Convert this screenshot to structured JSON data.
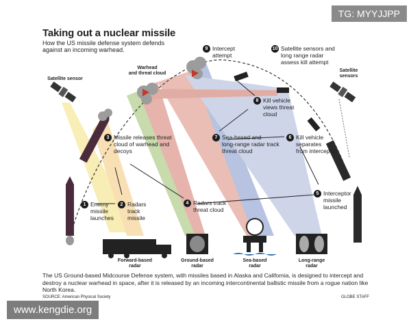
{
  "title": "Taking out a nuclear missile",
  "subtitle": "How the US missile defense system defends against an incoming warhead.",
  "sensors": {
    "left": "Satellite sensor",
    "right": "Satellite\nsensors",
    "cloud": "Warhead\nand threat cloud"
  },
  "steps": [
    {
      "n": "1",
      "text": "Enemy\nmissile\nlaunches"
    },
    {
      "n": "2",
      "text": "Radars\ntrack\nmissile"
    },
    {
      "n": "3",
      "text": "Missile releases threat\ncloud of warhead and\ndecoys"
    },
    {
      "n": "4",
      "text": "Radars track\nthreat cloud"
    },
    {
      "n": "5",
      "text": "Interceptor\nmissile\nlaunched"
    },
    {
      "n": "6",
      "text": "Kill vehicle\nseparates\nfrom interceptor"
    },
    {
      "n": "7",
      "text": "Sea-based and\nlong-range radar track\nthreat cloud"
    },
    {
      "n": "8",
      "text": "Kill vehicle\nviews threat\ncloud"
    },
    {
      "n": "9",
      "text": "Intercept\nattempt"
    },
    {
      "n": "10",
      "text": "Satellite sensors and\nlong range radar\nassess kill attempt"
    }
  ],
  "radars": {
    "forward": "Forward-based\nradar",
    "ground": "Ground-based\nradar",
    "sea": "Sea-based\nradar",
    "long": "Long-range\nradar"
  },
  "caption": "The US Ground-based Midcourse Defense system, with missiles based in Alaska and California, is designed to intercept and destroy a nuclear warhead in space, after it is released by an incoming intercontinental ballistic missile from a rogue nation like North Korea.",
  "source": "SOURCE: American Physical Society",
  "credit": "GLOBE STAFF",
  "watermarks": {
    "tg": "TG: MYYJJPP",
    "site": "www.kengdie.org"
  }
}
